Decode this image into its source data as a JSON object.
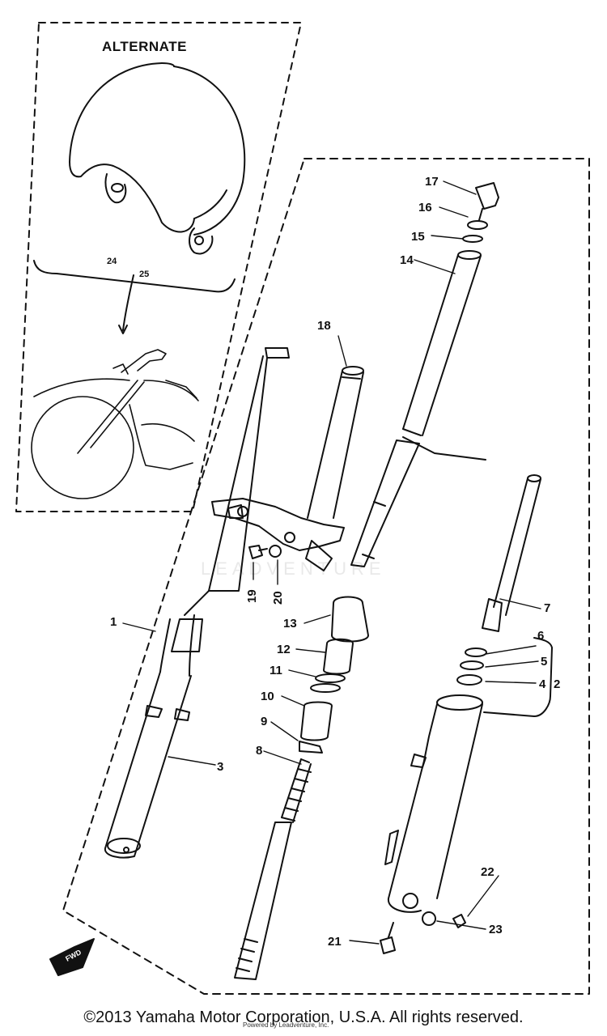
{
  "diagram": {
    "alternate_label": "ALTERNATE",
    "fwd_label": "FWD",
    "watermark": "LEADVENTURE",
    "callouts": [
      "1",
      "2",
      "3",
      "4",
      "5",
      "6",
      "7",
      "8",
      "9",
      "10",
      "11",
      "12",
      "13",
      "14",
      "15",
      "16",
      "17",
      "18",
      "19",
      "20",
      "21",
      "22",
      "23",
      "24",
      "25"
    ]
  },
  "footer": {
    "copyright": "©2013 Yamaha Motor Corporation, U.S.A. All rights reserved.",
    "credit": "Powered by Leadventure, Inc."
  }
}
